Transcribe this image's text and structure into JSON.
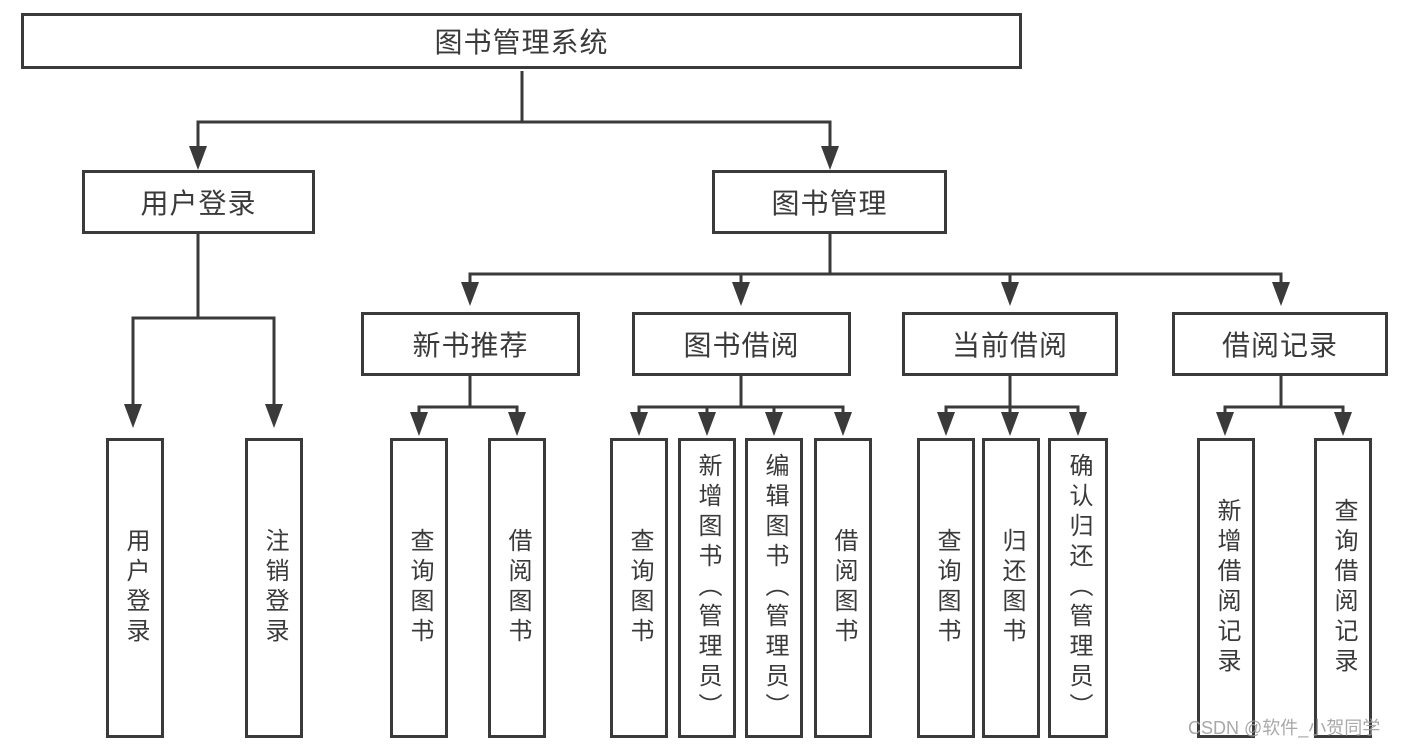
{
  "tree": {
    "label": "图书管理系统",
    "children": [
      {
        "label": "用户登录",
        "children": [
          {
            "label": "用户登录"
          },
          {
            "label": "注销登录"
          }
        ]
      },
      {
        "label": "图书管理",
        "children": [
          {
            "label": "新书推荐",
            "children": [
              {
                "label": "查询图书"
              },
              {
                "label": "借阅图书"
              }
            ]
          },
          {
            "label": "图书借阅",
            "children": [
              {
                "label": "查询图书"
              },
              {
                "label": "新增图书（管理员）"
              },
              {
                "label": "编辑图书（管理员）"
              },
              {
                "label": "借阅图书"
              }
            ]
          },
          {
            "label": "当前借阅",
            "children": [
              {
                "label": "查询图书"
              },
              {
                "label": "归还图书"
              },
              {
                "label": "确认归还（管理员）"
              }
            ]
          },
          {
            "label": "借阅记录",
            "children": [
              {
                "label": "新增借阅记录"
              },
              {
                "label": "查询借阅记录"
              }
            ]
          }
        ]
      }
    ]
  },
  "watermark": {
    "text": "CSDN @软件_小贺同学"
  },
  "colors": {
    "line": "#3a3a3a",
    "text": "#3a3a3a",
    "watermark": "#9e9e9e",
    "background": "#ffffff"
  }
}
